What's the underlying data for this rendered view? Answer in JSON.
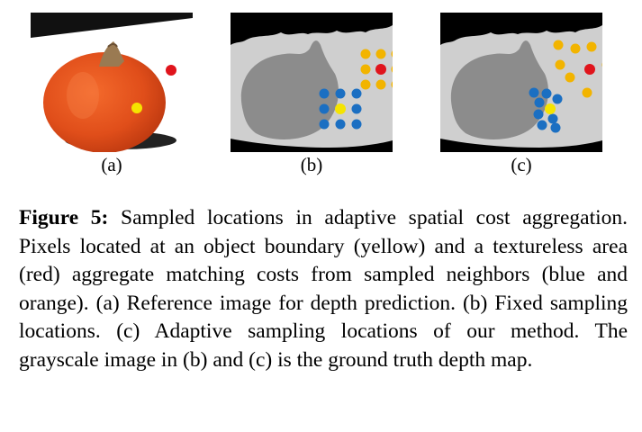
{
  "figure": {
    "panels": [
      {
        "id": "a",
        "label": "(a)",
        "content": "reference image of an orange pumpkin with a yellow boundary point and a red textureless point"
      },
      {
        "id": "b",
        "label": "(b)",
        "content": "ground truth depth map with fixed 3x3 grids of blue and orange sampling dots"
      },
      {
        "id": "c",
        "label": "(c)",
        "content": "ground truth depth map with adaptive, irregular blue and orange sampling dots"
      }
    ],
    "colors": {
      "boundary_point": "#f5e400",
      "textureless_point": "#e0141c",
      "boundary_neighbors": "#1b6fc2",
      "textureless_neighbors": "#f2b400",
      "pumpkin": "#e8501e",
      "depth_background": "#cfcfcf",
      "depth_object": "#8c8c8c"
    }
  },
  "caption": {
    "label": "Figure 5:",
    "text": " Sampled locations in adaptive spatial cost aggregation. Pixels located at an object boundary (yellow) and a textureless area (red) aggregate matching costs from sampled neighbors (blue and orange). (a) Reference image for depth prediction. (b) Fixed sampling locations. (c) Adaptive sampling locations of our method. The grayscale image in (b) and (c) is the ground truth depth map."
  }
}
